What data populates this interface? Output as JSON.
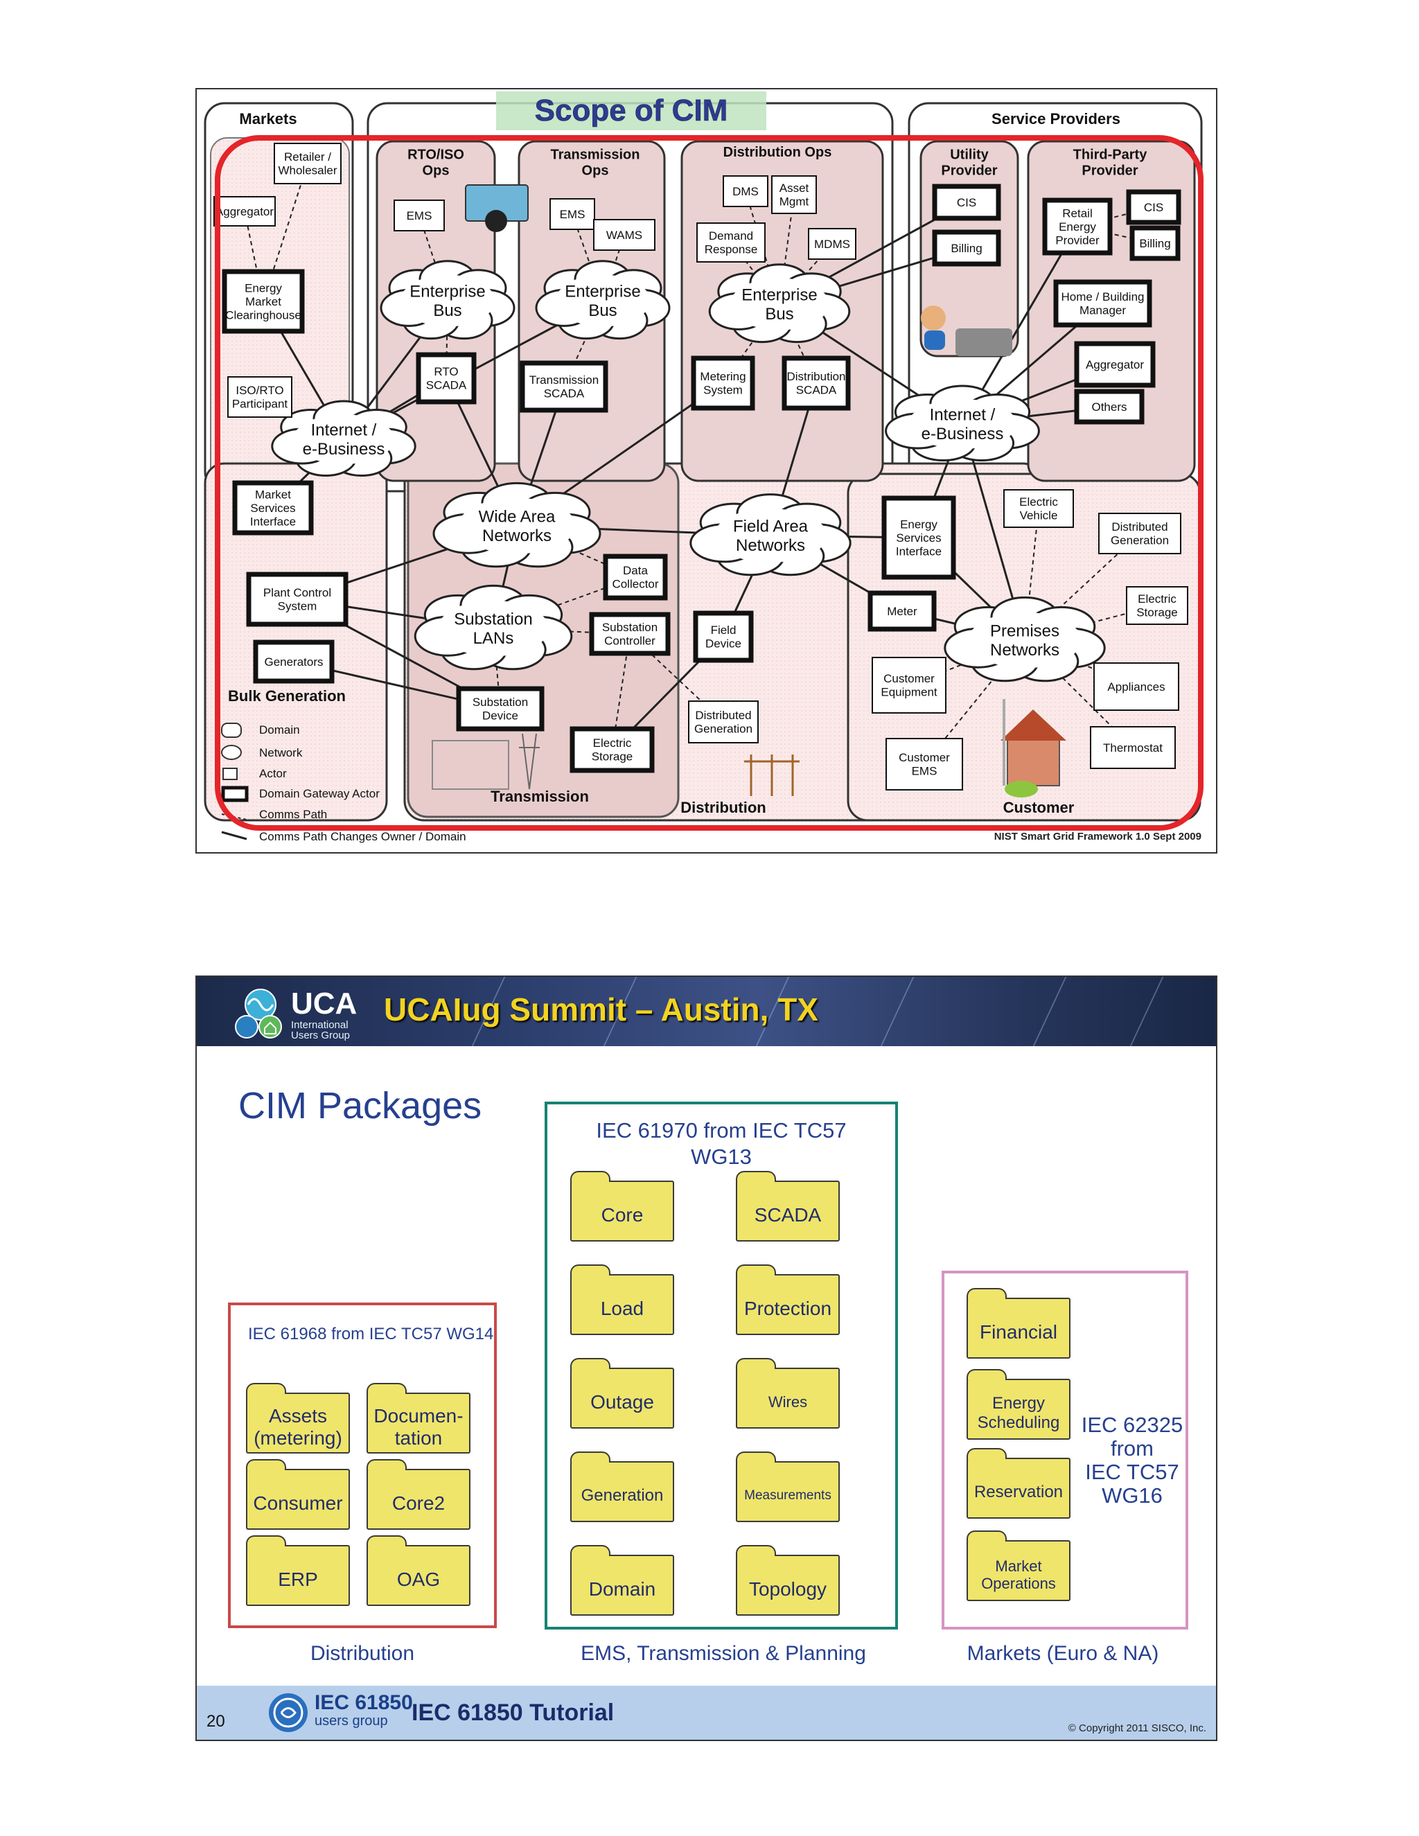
{
  "slide1": {
    "title": "Scope of CIM",
    "credit": "NIST Smart Grid Framework 1.0 Sept 2009",
    "domains": {
      "markets": "Markets",
      "service_providers": "Service Providers",
      "bulk_generation": "Bulk Generation",
      "transmission": "Transmission",
      "distribution": "Distribution",
      "customer": "Customer",
      "rto_iso_ops_1": "RTO/ISO",
      "rto_iso_ops_2": "Ops",
      "transmission_ops_1": "Transmission",
      "transmission_ops_2": "Ops",
      "distribution_ops": "Distribution Ops",
      "utility_provider_1": "Utility",
      "utility_provider_2": "Provider",
      "third_party_provider_1": "Third-Party",
      "third_party_provider_2": "Provider"
    },
    "networks": {
      "enterprise_bus_1": [
        "Enterprise",
        "Bus"
      ],
      "enterprise_bus_2": [
        "Enterprise",
        "Bus"
      ],
      "enterprise_bus_3": [
        "Enterprise",
        "Bus"
      ],
      "internet_left": [
        "Internet /",
        "e-Business"
      ],
      "internet_right": [
        "Internet /",
        "e-Business"
      ],
      "wide_area": [
        "Wide Area",
        "Networks"
      ],
      "field_area": [
        "Field Area",
        "Networks"
      ],
      "substation_lans": [
        "Substation",
        "LANs"
      ],
      "premises": [
        "Premises",
        "Networks"
      ]
    },
    "actors": {
      "retailer": [
        "Retailer /",
        "Wholesaler"
      ],
      "aggregator_m": [
        "Aggregator"
      ],
      "energy_market": [
        "Energy",
        "Market",
        "Clearinghouse"
      ],
      "iso_rto": [
        "ISO/RTO",
        "Participant"
      ],
      "ems1": [
        "EMS"
      ],
      "rto_scada": [
        "RTO",
        "SCADA"
      ],
      "ems2": [
        "EMS"
      ],
      "wams": [
        "WAMS"
      ],
      "trans_scada": [
        "Transmission",
        "SCADA"
      ],
      "dms": [
        "DMS"
      ],
      "asset_mgmt": [
        "Asset",
        "Mgmt"
      ],
      "demand_response": [
        "Demand",
        "Response"
      ],
      "mdms": [
        "MDMS"
      ],
      "metering_system": [
        "Metering",
        "System"
      ],
      "dist_scada": [
        "Distribution",
        "SCADA"
      ],
      "cis_u": [
        "CIS"
      ],
      "billing_u": [
        "Billing"
      ],
      "retail_ep": [
        "Retail",
        "Energy",
        "Provider"
      ],
      "cis_t": [
        "CIS"
      ],
      "billing_t": [
        "Billing"
      ],
      "home_building": [
        "Home / Building",
        "Manager"
      ],
      "aggregator_t": [
        "Aggregator"
      ],
      "others": [
        "Others"
      ],
      "market_services": [
        "Market",
        "Services",
        "Interface"
      ],
      "plant_control": [
        "Plant Control",
        "System"
      ],
      "generators": [
        "Generators"
      ],
      "data_collector": [
        "Data",
        "Collector"
      ],
      "substation_controller": [
        "Substation",
        "Controller"
      ],
      "field_device": [
        "Field",
        "Device"
      ],
      "substation_device": [
        "Substation",
        "Device"
      ],
      "electric_storage_d": [
        "Electric",
        "Storage"
      ],
      "distributed_gen_d": [
        "Distributed",
        "Generation"
      ],
      "esi": [
        "Energy",
        "Services",
        "Interface"
      ],
      "meter": [
        "Meter"
      ],
      "electric_vehicle": [
        "Electric",
        "Vehicle"
      ],
      "distributed_gen_c": [
        "Distributed",
        "Generation"
      ],
      "electric_storage_c": [
        "Electric",
        "Storage"
      ],
      "appliances": [
        "Appliances"
      ],
      "thermostat": [
        "Thermostat"
      ],
      "customer_equipment": [
        "Customer",
        "Equipment"
      ],
      "customer_ems": [
        "Customer",
        "EMS"
      ]
    },
    "legend": {
      "domain": "Domain",
      "network": "Network",
      "actor": "Actor",
      "gateway": "Domain Gateway Actor",
      "comms": "Comms Path",
      "comms_changes": "Comms Path Changes Owner / Domain"
    }
  },
  "slide2": {
    "banner": "UCAIug Summit – Austin, TX",
    "logo_big": "UCA",
    "logo_small_1": "International",
    "logo_small_2": "Users Group",
    "title": "CIM Packages",
    "wg14": {
      "label": "IEC 61968 from IEC TC57 WG14",
      "caption": "Distribution",
      "folders": [
        [
          "Assets",
          "(metering)"
        ],
        [
          "Documen-",
          "tation"
        ],
        [
          "Consumer"
        ],
        [
          "Core2"
        ],
        [
          "ERP"
        ],
        [
          "OAG"
        ]
      ]
    },
    "wg13": {
      "label_1": "IEC 61970 from IEC TC57",
      "label_2": "WG13",
      "caption": "EMS, Transmission & Planning",
      "folders": [
        [
          "Core"
        ],
        [
          "SCADA"
        ],
        [
          "Load"
        ],
        [
          "Protection"
        ],
        [
          "Outage"
        ],
        [
          "Wires"
        ],
        [
          "Generation"
        ],
        [
          "Measurements"
        ],
        [
          "Domain"
        ],
        [
          "Topology"
        ]
      ]
    },
    "wg16": {
      "label": [
        "IEC 62325",
        "from",
        "IEC TC57",
        "WG16"
      ],
      "caption": "Markets (Euro & NA)",
      "folders": [
        [
          "Financial"
        ],
        [
          "Energy",
          "Scheduling"
        ],
        [
          "Reservation"
        ],
        [
          "Market",
          "Operations"
        ]
      ]
    },
    "footer": {
      "page": "20",
      "iec_name": "IEC 61850",
      "iec_sub": "users group",
      "tutorial": "IEC 61850 Tutorial",
      "copyright": "© Copyright 2011 SISCO, Inc."
    }
  }
}
